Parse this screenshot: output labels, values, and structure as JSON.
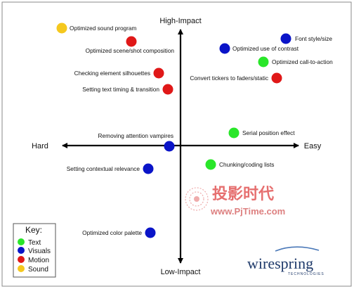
{
  "axes": {
    "top": "High-Impact",
    "bottom": "Low-Impact",
    "left": "Hard",
    "right": "Easy"
  },
  "colors": {
    "Text": "#29e629",
    "Visuals": "#0a14c8",
    "Motion": "#e01818",
    "Sound": "#f5c81e"
  },
  "points": [
    {
      "label": "Optimized sound program",
      "category": "Sound"
    },
    {
      "label": "Optimized scene/shot composition",
      "category": "Motion"
    },
    {
      "label": "Checking element silhouettes",
      "category": "Motion"
    },
    {
      "label": "Setting text timing & transition",
      "category": "Motion"
    },
    {
      "label": "Font style/size",
      "category": "Visuals"
    },
    {
      "label": "Optimized use of contrast",
      "category": "Visuals"
    },
    {
      "label": "Optimized call-to-action",
      "category": "Text"
    },
    {
      "label": "Convert tickers to faders/static",
      "category": "Motion"
    },
    {
      "label": "Removing attention vampires",
      "category": "Visuals"
    },
    {
      "label": "Serial position effect",
      "category": "Text"
    },
    {
      "label": "Chunking/coding lists",
      "category": "Text"
    },
    {
      "label": "Setting contextual relevance",
      "category": "Visuals"
    },
    {
      "label": "Optimized color palette",
      "category": "Visuals"
    }
  ],
  "key": {
    "title": "Key:",
    "items": [
      "Text",
      "Visuals",
      "Motion",
      "Sound"
    ]
  },
  "watermark": {
    "cn": "投影时代",
    "url": "www.PjTime.com"
  },
  "logo": {
    "name": "wirespring",
    "sub": "TECHNOLOGIES"
  }
}
